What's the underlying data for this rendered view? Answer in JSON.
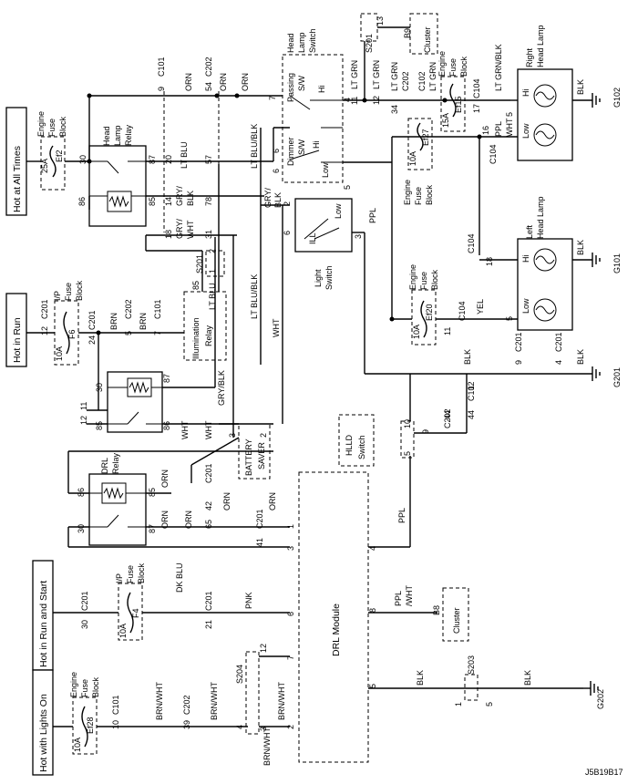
{
  "power_sources": [
    "Hot at All Times",
    "Hot in Run",
    "Hot in Run and Start",
    "Hot with Lights On"
  ],
  "fuses": {
    "ef2": {
      "block": [
        "Engine",
        "Fuse",
        "Block"
      ],
      "id": "Ef2",
      "amps": "25A"
    },
    "f6": {
      "block": [
        "I/P",
        "Fuse",
        "Block"
      ],
      "id": "F6",
      "amps": "10A"
    },
    "f4": {
      "block": [
        "I/P",
        "Fuse",
        "Block"
      ],
      "id": "F4",
      "amps": "10A"
    },
    "ef28": {
      "block": [
        "Engine",
        "Fuse",
        "Block"
      ],
      "id": "Ef28",
      "amps": "10A"
    },
    "ef27": {
      "block": [
        "Engine",
        "Fuse",
        "Block"
      ],
      "id": "Ef27",
      "amps": "10A"
    },
    "ef15": {
      "block": [
        "Engine",
        "Fuse",
        "Block"
      ],
      "id": "Ef15",
      "amps": "15A"
    },
    "ef20": {
      "block": [
        "Engine",
        "Fuse",
        "Block"
      ],
      "id": "Ef20",
      "amps": "10A"
    }
  },
  "components": {
    "headlamp_relay": [
      "Head",
      "Lamp",
      "Relay"
    ],
    "illumination_relay": [
      "Illumination",
      "Relay"
    ],
    "drl_relay": [
      "DRL",
      "Relay"
    ],
    "battery_saver": [
      "BATTERY",
      "SAVER"
    ],
    "hlld_switch": [
      "HLLD",
      "Switch"
    ],
    "drl_module": "DRL Module",
    "headlamp_switch": [
      "Head",
      "Lamp",
      "Switch"
    ],
    "passing_sw": [
      "Passing",
      "S/W"
    ],
    "dimmer_sw": [
      "Dimmer",
      "S/W"
    ],
    "light_switch": [
      "Light",
      "Switch"
    ],
    "cluster_top": [
      "B9",
      "Cluster"
    ],
    "cluster_bottom": [
      "B8",
      "Cluster"
    ],
    "right_headlamp": [
      "Right",
      "Head Lamp"
    ],
    "left_headlamp": [
      "Left",
      "Head Lamp"
    ],
    "hi": "Hi",
    "low": "Low",
    "ill": "ILL"
  },
  "connectors": [
    "C101",
    "C102",
    "C104",
    "C201",
    "C202",
    "S201",
    "S203",
    "S204",
    "C204"
  ],
  "wires": {
    "orn": "ORN",
    "lt_blu": "LT BLU",
    "gry_blk": "GRY/BLK",
    "gry_blk_split": [
      "GRY/",
      "BLK"
    ],
    "gry_wht": [
      "GRY/",
      "WHT"
    ],
    "wht": "WHT",
    "lt_blu_blk": "LT BLU/BLK",
    "brn": "BRN",
    "ppl": "PPL",
    "lt_grn": "LT GRN",
    "lt_grn_blk": "LT GRN/BLK",
    "blk": "BLK",
    "yel": "YEL",
    "ppl_wht": "PPL/WHT",
    "ppl_wht_split": [
      "PPL",
      "/WHT"
    ],
    "dk_blu": "DK BLU",
    "pnk": "PNK",
    "brn_wht": "BRN/WHT"
  },
  "grounds": [
    "G102",
    "G101",
    "G201",
    "G202"
  ],
  "diagram_code": "J5B19B17",
  "pins": [
    "1",
    "2",
    "3",
    "4",
    "5",
    "6",
    "7",
    "8",
    "9",
    "10",
    "11",
    "12",
    "13",
    "14",
    "16",
    "17",
    "18",
    "20",
    "21",
    "24",
    "30",
    "31",
    "34",
    "39",
    "41",
    "42",
    "44",
    "54",
    "57",
    "65",
    "78",
    "85",
    "86",
    "87"
  ]
}
